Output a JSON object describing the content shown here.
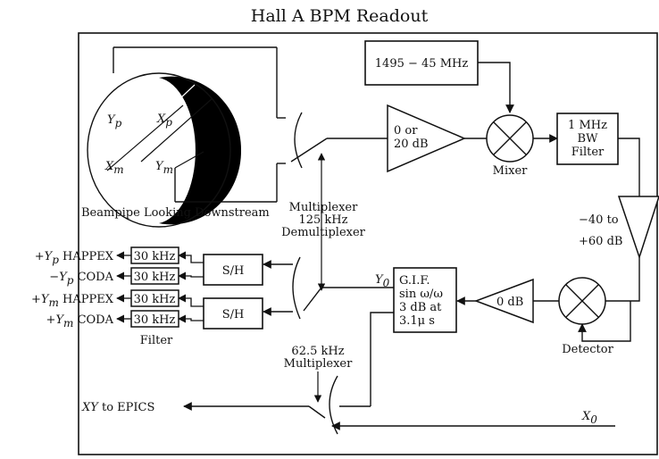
{
  "title": "Hall A BPM Readout",
  "beampipe": {
    "label": "Beampipe Looking Downstream",
    "yp": "Y",
    "yp_sub": "p",
    "xp": "X",
    "xp_sub": "p",
    "xm": "X",
    "xm_sub": "m",
    "ym": "Y",
    "ym_sub": "m"
  },
  "oscillator": {
    "label": "1495 − 45 MHz"
  },
  "amplifier": {
    "line1": "0 or",
    "line2": "20 dB"
  },
  "mixer": {
    "label": "Mixer"
  },
  "bw_filter": {
    "line1": "1 MHz",
    "line2": "BW",
    "line3": "Filter"
  },
  "variable_gain": {
    "line1": "−40 to",
    "line2": "+60 dB"
  },
  "multiplexer_1": {
    "line1": "Multiplexer",
    "line2": "125 kHz",
    "line3": "Demultiplexer"
  },
  "detector": {
    "label": "Detector"
  },
  "atten_0db": {
    "label": "0 dB"
  },
  "gif": {
    "line1": "G.I.F.",
    "line2": "sin ω/ω",
    "line3": "3 dB at",
    "line4": "3.1μ s"
  },
  "y0": {
    "main": "Y",
    "sub": "0"
  },
  "x0": {
    "main": "X",
    "sub": "0"
  },
  "sample_hold": {
    "label": "S/H"
  },
  "filters": [
    "30 kHz",
    "30 kHz",
    "30 kHz",
    "30 kHz"
  ],
  "filter_caption": "Filter",
  "outputs": [
    {
      "sign": "+",
      "var": "Y",
      "sub": "p",
      "dest": " HAPPEX"
    },
    {
      "sign": "−",
      "var": "Y",
      "sub": "p",
      "dest": " CODA"
    },
    {
      "sign": "+",
      "var": "Y",
      "sub": "m",
      "dest": " HAPPEX"
    },
    {
      "sign": "+",
      "var": "Y",
      "sub": "m",
      "dest": " CODA"
    }
  ],
  "multiplexer_2": {
    "line1": "62.5 kHz",
    "line2": "Multiplexer"
  },
  "epics": {
    "var": "XY",
    "rest": " to EPICS"
  }
}
